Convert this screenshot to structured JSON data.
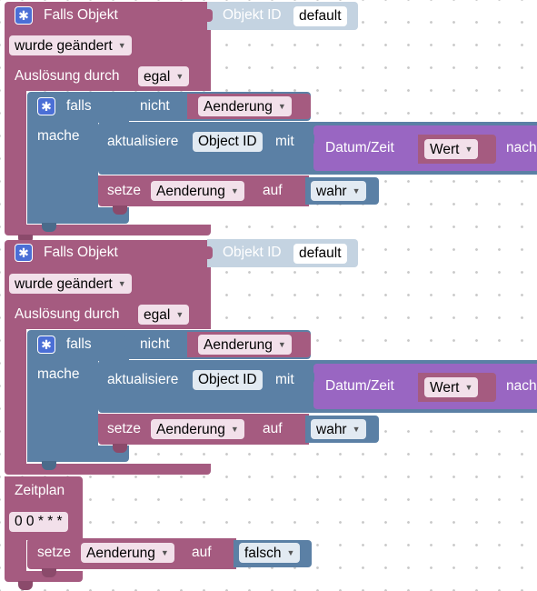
{
  "workspace": {
    "event1": {
      "title": "Falls Objekt",
      "object_label": "Objekt ID",
      "object_value": "default",
      "trigger": "wurde geändert",
      "caused_by_label": "Auslösung durch",
      "caused_by_value": "egal",
      "if_label": "falls",
      "not_label": "nicht",
      "cond_var": "Aenderung",
      "do_label": "mache",
      "update_label": "aktualisiere",
      "update_obj": "Object ID",
      "with_label": "mit",
      "datetime_label": "Datum/Zeit",
      "value_label": "Wert",
      "after_label": "nach",
      "set_label": "setze",
      "set_var": "Aenderung",
      "to_label": "auf",
      "set_value": "wahr"
    },
    "event2": {
      "title": "Falls Objekt",
      "object_label": "Objekt ID",
      "object_value": "default",
      "trigger": "wurde geändert",
      "caused_by_label": "Auslösung durch",
      "caused_by_value": "egal",
      "if_label": "falls",
      "not_label": "nicht",
      "cond_var": "Aenderung",
      "do_label": "mache",
      "update_label": "aktualisiere",
      "update_obj": "Object ID",
      "with_label": "mit",
      "datetime_label": "Datum/Zeit",
      "value_label": "Wert",
      "after_label": "nach",
      "set_label": "setze",
      "set_var": "Aenderung",
      "to_label": "auf",
      "set_value": "wahr"
    },
    "schedule": {
      "title": "Zeitplan",
      "cron": "0 0 * * *",
      "set_label": "setze",
      "set_var": "Aenderung",
      "to_label": "auf",
      "set_value": "falsch"
    }
  },
  "colors": {
    "event": "#a55b80",
    "logic": "#5b80a5",
    "object_input": "#c4d3e1",
    "time": "#9966c2",
    "gear": "#4b6fd6",
    "grid_dot": "#c8c8c8"
  },
  "icons": {
    "mutator": "gear-icon",
    "dropdown": "dropdown-arrow-icon"
  }
}
